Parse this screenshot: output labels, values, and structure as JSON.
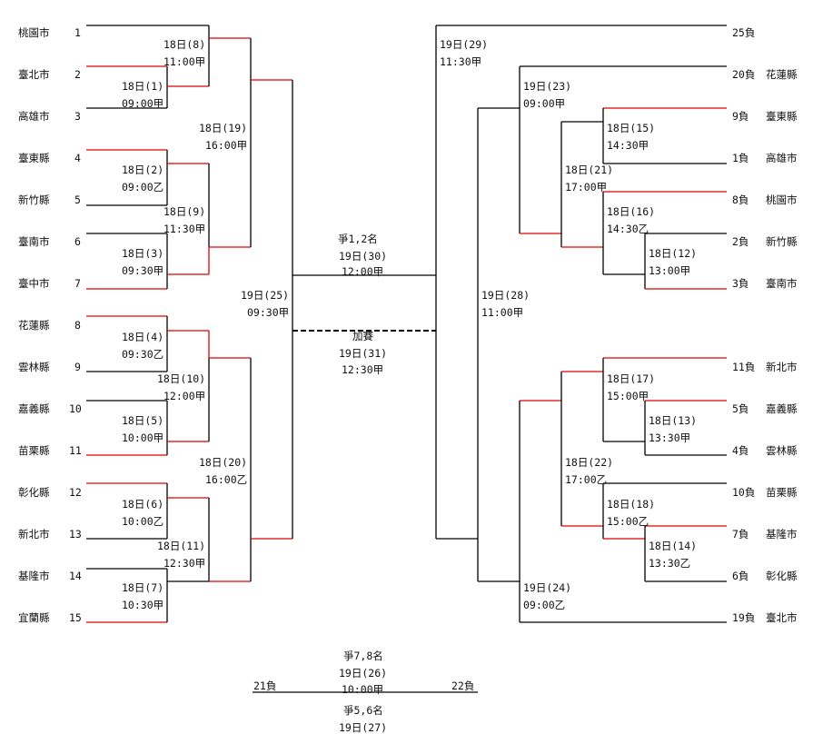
{
  "left_teams": [
    {
      "name": "桃園市",
      "seed": "1"
    },
    {
      "name": "臺北市",
      "seed": "2"
    },
    {
      "name": "高雄市",
      "seed": "3"
    },
    {
      "name": "臺東縣",
      "seed": "4"
    },
    {
      "name": "新竹縣",
      "seed": "5"
    },
    {
      "name": "臺南市",
      "seed": "6"
    },
    {
      "name": "臺中市",
      "seed": "7"
    },
    {
      "name": "花蓮縣",
      "seed": "8"
    },
    {
      "name": "雲林縣",
      "seed": "9"
    },
    {
      "name": "嘉義縣",
      "seed": "10"
    },
    {
      "name": "苗栗縣",
      "seed": "11"
    },
    {
      "name": "彰化縣",
      "seed": "12"
    },
    {
      "name": "新北市",
      "seed": "13"
    },
    {
      "name": "基隆市",
      "seed": "14"
    },
    {
      "name": "宜蘭縣",
      "seed": "15"
    }
  ],
  "right_teams": [
    {
      "loser": "25負",
      "name": ""
    },
    {
      "loser": "20負",
      "name": "花蓮縣"
    },
    {
      "loser": "9負",
      "name": "臺東縣"
    },
    {
      "loser": "1負",
      "name": "高雄市"
    },
    {
      "loser": "8負",
      "name": "桃園市"
    },
    {
      "loser": "2負",
      "name": "新竹縣"
    },
    {
      "loser": "3負",
      "name": "臺南市"
    },
    {
      "loser": "11負",
      "name": "新北市"
    },
    {
      "loser": "5負",
      "name": "嘉義縣"
    },
    {
      "loser": "4負",
      "name": "雲林縣"
    },
    {
      "loser": "10負",
      "name": "苗栗縣"
    },
    {
      "loser": "7負",
      "name": "基隆市"
    },
    {
      "loser": "6負",
      "name": "彰化縣"
    },
    {
      "loser": "19負",
      "name": "臺北市"
    }
  ],
  "matches": [
    {
      "id": "m8",
      "date": "18日(8)",
      "time": "11:00甲"
    },
    {
      "id": "m1",
      "date": "18日(1)",
      "time": "09:00甲"
    },
    {
      "id": "m19",
      "date": "18日(19)",
      "time": "16:00甲"
    },
    {
      "id": "m2",
      "date": "18日(2)",
      "time": "09:00乙"
    },
    {
      "id": "m9",
      "date": "18日(9)",
      "time": "11:30甲"
    },
    {
      "id": "m3",
      "date": "18日(3)",
      "time": "09:30甲"
    },
    {
      "id": "m25",
      "date": "19日(25)",
      "time": "09:30甲"
    },
    {
      "id": "m4",
      "date": "18日(4)",
      "time": "09:30乙"
    },
    {
      "id": "m10",
      "date": "18日(10)",
      "time": "12:00甲"
    },
    {
      "id": "m5",
      "date": "18日(5)",
      "time": "10:00甲"
    },
    {
      "id": "m20",
      "date": "18日(20)",
      "time": "16:00乙"
    },
    {
      "id": "m6",
      "date": "18日(6)",
      "time": "10:00乙"
    },
    {
      "id": "m11",
      "date": "18日(11)",
      "time": "12:30甲"
    },
    {
      "id": "m7",
      "date": "18日(7)",
      "time": "10:30甲"
    },
    {
      "id": "m29",
      "date": "19日(29)",
      "time": "11:30甲"
    },
    {
      "id": "m23",
      "date": "19日(23)",
      "time": "09:00甲"
    },
    {
      "id": "m15",
      "date": "18日(15)",
      "time": "14:30甲"
    },
    {
      "id": "m21",
      "date": "18日(21)",
      "time": "17:00甲"
    },
    {
      "id": "m16",
      "date": "18日(16)",
      "time": "14:30乙"
    },
    {
      "id": "m12",
      "date": "18日(12)",
      "time": "13:00甲"
    },
    {
      "id": "m28",
      "date": "19日(28)",
      "time": "11:00甲"
    },
    {
      "id": "m17",
      "date": "18日(17)",
      "time": "15:00甲"
    },
    {
      "id": "m13",
      "date": "18日(13)",
      "time": "13:30甲"
    },
    {
      "id": "m22",
      "date": "18日(22)",
      "time": "17:00乙"
    },
    {
      "id": "m18",
      "date": "18日(18)",
      "time": "15:00乙"
    },
    {
      "id": "m14",
      "date": "18日(14)",
      "time": "13:30乙"
    },
    {
      "id": "m24",
      "date": "19日(24)",
      "time": "09:00乙"
    }
  ],
  "center": {
    "final_title": "爭1,2名",
    "final_date": "19日(30)",
    "final_time": "12:00甲",
    "extra_title": "加賽",
    "extra_date": "19日(31)",
    "extra_time": "12:30甲",
    "place78_title": "爭7,8名",
    "place78_date": "19日(26)",
    "place78_time": "10:00甲",
    "place78_left": "21負",
    "place78_right": "22負",
    "place56_title": "爭5,6名",
    "place56_date": "19日(27)"
  },
  "colors": {
    "line": "#000000",
    "winner": "#e00000"
  }
}
